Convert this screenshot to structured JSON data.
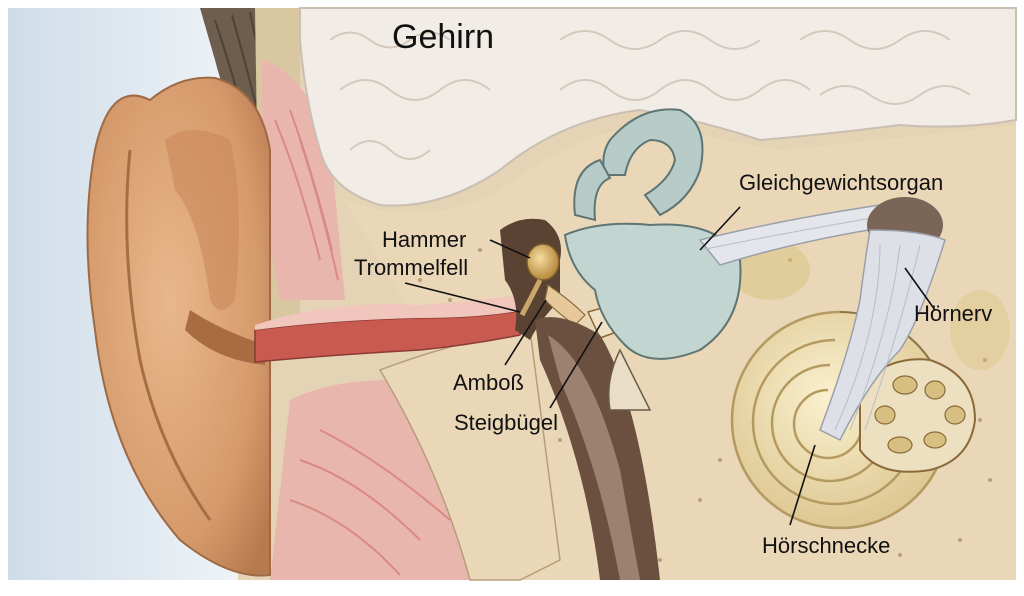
{
  "title": "Gehirn",
  "labels": {
    "hammer": "Hammer",
    "trommelfell": "Trommelfell",
    "amboss": "Amboß",
    "steigbuegel": "Steigbügel",
    "gleichgewichtsorgan": "Gleichgewichtsorgan",
    "hoernerv": "Hörnerv",
    "hoerschnecke": "Hörschnecke"
  },
  "colors": {
    "bone": "#e9d4b4",
    "brain": "#f1ece6",
    "skin": "#d9a477",
    "canal_lining": "#c95a4f",
    "tissue_pink": "#e9b6ad",
    "vestibular": "#b7ccc8",
    "cochlea": "#e8d7a8",
    "nerve": "#dde0e6",
    "background_blue": "#cddbe7"
  }
}
